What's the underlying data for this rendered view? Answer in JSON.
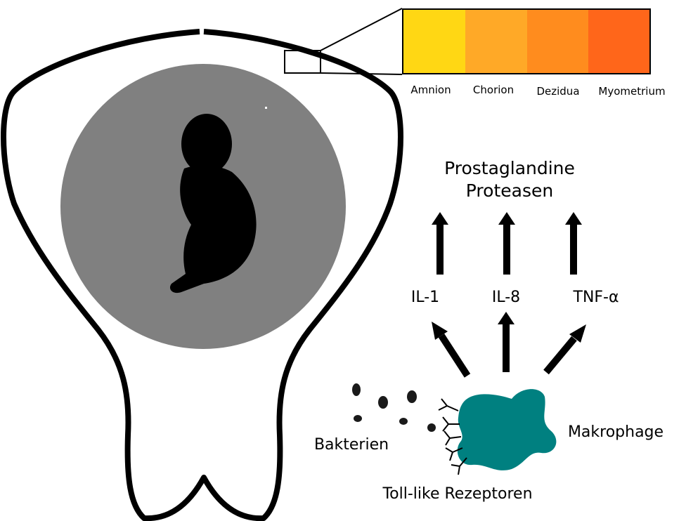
{
  "membrane_layers": {
    "items": [
      {
        "label": "Amnion",
        "color": "#FFD714"
      },
      {
        "label": "Chorion",
        "color": "#FFA927"
      },
      {
        "label": "Dezidua",
        "color": "#FF8C1E"
      },
      {
        "label": "Myometrium",
        "color": "#FF661A"
      }
    ]
  },
  "products": {
    "line1": "Prostaglandine",
    "line2": "Proteasen"
  },
  "cytokines": {
    "il1": "IL-1",
    "il8": "IL-8",
    "tnf": "TNF-α"
  },
  "labels": {
    "bacteria": "Bakterien",
    "macrophage": "Makrophage",
    "receptors": "Toll-like Rezeptoren"
  },
  "colors": {
    "amniotic_sac": "#808080",
    "macrophage": "#008080",
    "bacteria": "#1a1a1a",
    "outline": "#000000"
  }
}
